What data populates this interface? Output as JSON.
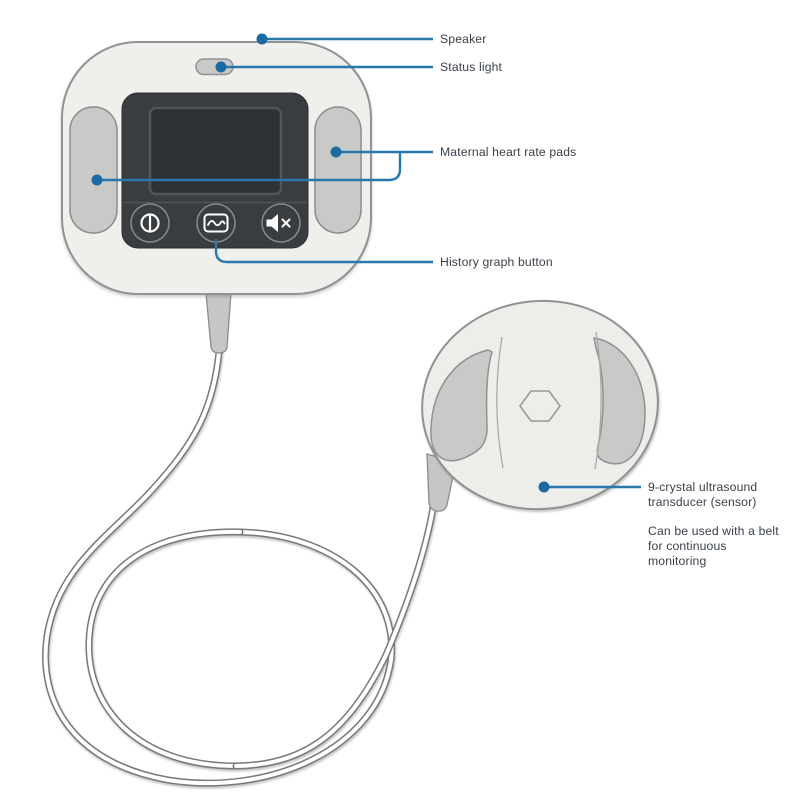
{
  "colors": {
    "background": "#ffffff",
    "callout_line": "#2a77ab",
    "callout_dot": "#1c6aa3",
    "label_text": "#3a414b",
    "device_body": "#efefec",
    "device_outline": "#909294",
    "control_panel": "#3a3d40",
    "screen": "#2f3234",
    "pad_fill": "#c9c9c7",
    "button_icon": "#ffffff",
    "cable_outline": "#77797b",
    "cable_fill": "#ffffff",
    "connector_fill": "#c6c6c4"
  },
  "callouts": [
    {
      "id": "speaker",
      "label": "Speaker"
    },
    {
      "id": "status-light",
      "label": "Status light"
    },
    {
      "id": "maternal-pads",
      "label": "Maternal heart rate pads"
    },
    {
      "id": "history-button",
      "label": "History graph button"
    },
    {
      "id": "transducer",
      "label": "9-crystal ultrasound transducer (sensor)",
      "note": "Can be used with a belt for continuous monitoring"
    }
  ],
  "device_icons": [
    "power-icon",
    "history-graph-icon",
    "mute-icon",
    "status-light",
    "hexagon-mark"
  ]
}
